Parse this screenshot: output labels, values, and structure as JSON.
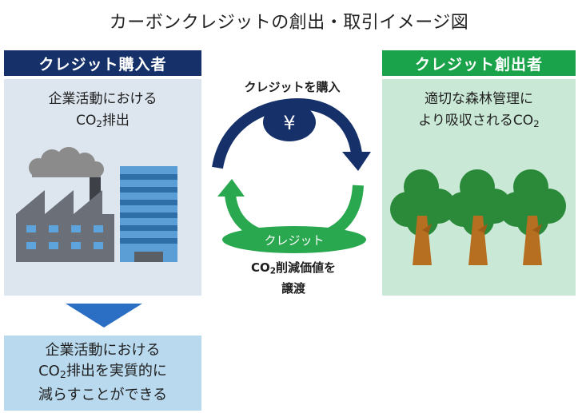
{
  "title": "カーボンクレジットの創出・取引イメージ図",
  "buyer": {
    "tag": "クレジット購入者",
    "line1": "企業活動における",
    "line2_prefix": "CO",
    "line2_sub": "2",
    "line2_suffix": "排出"
  },
  "creator": {
    "tag": "クレジット創出者",
    "line1": "適切な森林管理に",
    "line2_prefix": "より吸収されるCO",
    "line2_sub": "2"
  },
  "cycle": {
    "buy_label": "クレジットを購入",
    "yen_symbol": "¥",
    "credit_label": "クレジット",
    "transfer_line1_prefix": "CO",
    "transfer_line1_sub": "2",
    "transfer_line1_suffix": "削減価値を",
    "transfer_line2": "譲渡"
  },
  "result": {
    "line1": "企業活動における",
    "line2_prefix": "CO",
    "line2_sub": "2",
    "line2_suffix": "排出を実質的に",
    "line3": "減らすことができる"
  },
  "colors": {
    "buyer_navy": "#16306a",
    "creator_green": "#1aa34a",
    "arrow_navy": "#16306a",
    "arrow_green": "#2aa84f",
    "result_arrow": "#2b6fc4"
  }
}
